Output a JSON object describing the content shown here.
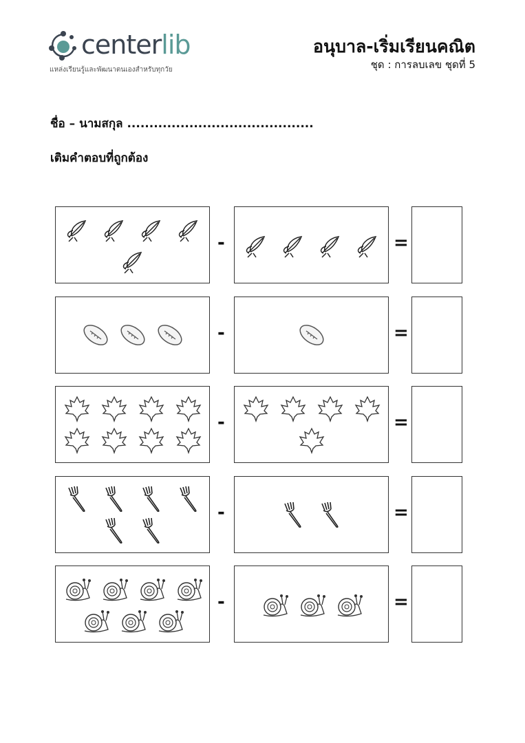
{
  "logo": {
    "brand_dark": "center",
    "brand_light": "lib",
    "tagline": "แหล่งเรียนรู้และพัฒนาตนเองสำหรับทุกวัย",
    "colors": {
      "dark": "#3b4450",
      "accent": "#5a9a96"
    }
  },
  "header": {
    "title": "อนุบาล-เริ่มเรียนคณิต",
    "subtitle": "ชุด : การลบเลข ชุดที่ 5"
  },
  "name_line": "ชื่อ – นามสกุล ..........................................",
  "instruction": "เติมคำตอบที่ถูกต้อง",
  "operators": {
    "minus": "-",
    "equals": "="
  },
  "problems": [
    {
      "icon": "butterfly-icon",
      "left_count": 5,
      "right_count": 4,
      "answer": ""
    },
    {
      "icon": "football-icon",
      "left_count": 3,
      "right_count": 1,
      "answer": ""
    },
    {
      "icon": "maple-leaf-icon",
      "left_count": 8,
      "right_count": 5,
      "answer": ""
    },
    {
      "icon": "fork-icon",
      "left_count": 6,
      "right_count": 2,
      "answer": ""
    },
    {
      "icon": "snail-icon",
      "left_count": 7,
      "right_count": 3,
      "answer": ""
    }
  ]
}
